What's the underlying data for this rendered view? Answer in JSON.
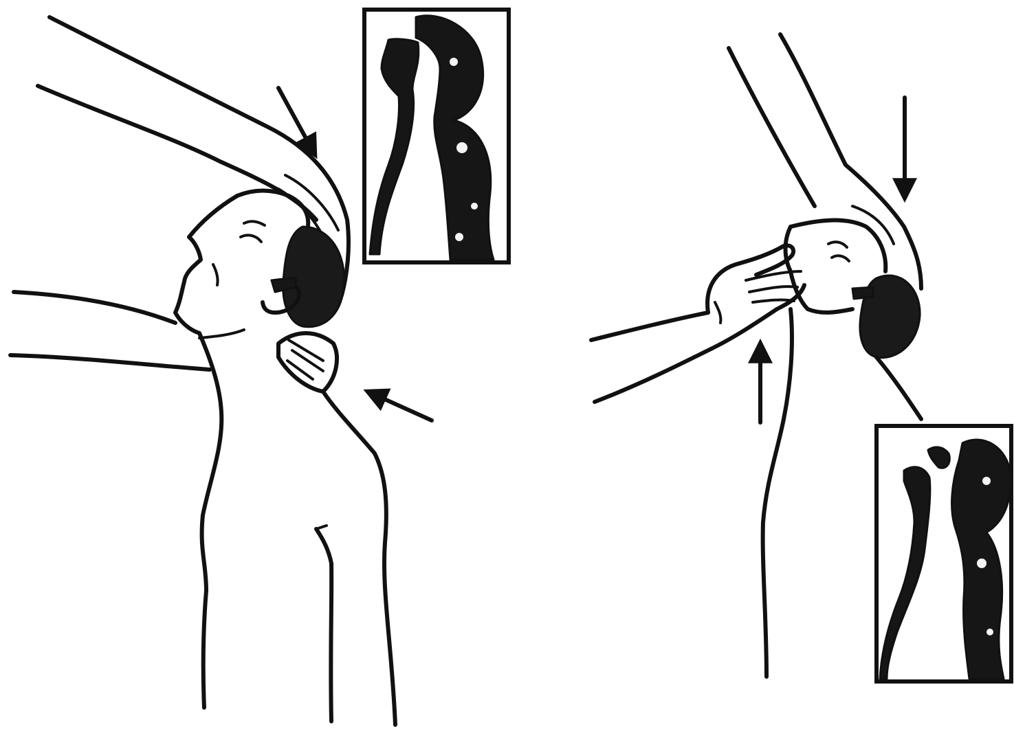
{
  "figure": {
    "panels": [
      {
        "id": "left",
        "depiction": "patient-supine-head-tilted-back-with-helper-hands",
        "inset": "airway-cross-section-open",
        "arrows": 2
      },
      {
        "id": "right",
        "depiction": "patient-head-flexed-with-hand-on-face",
        "inset": "airway-cross-section-obstructed",
        "arrows": 2
      }
    ],
    "colors": {
      "ink": "#111111",
      "background": "#ffffff"
    }
  }
}
